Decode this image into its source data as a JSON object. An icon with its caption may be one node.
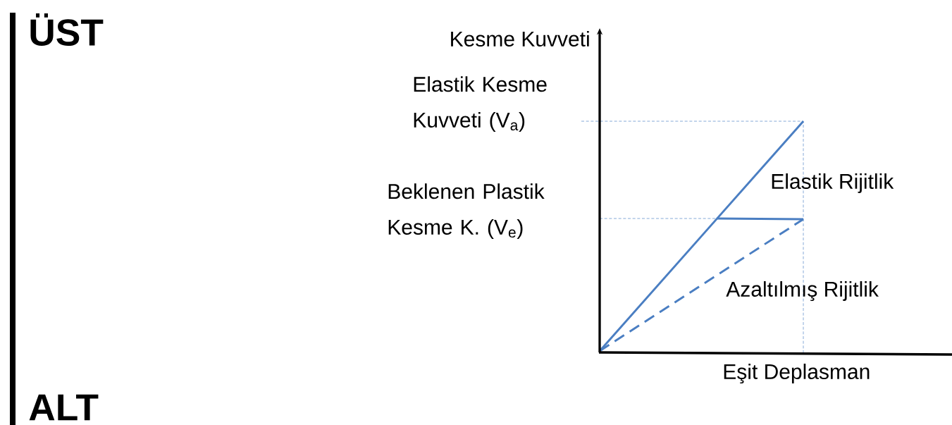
{
  "diagram": {
    "labels": [
      "ÜST",
      "ALT",
      "Kesme Kuvveti",
      "Elastik Kesme Kuvveti (V$_{a}$)",
      "Elastik  Rijitlik",
      "Beklenen Plastik Kesme K. (V$_{e}$)",
      "Azaltılmış Rijitlik",
      "Eşit Deplasman"
    ]
  }
}
